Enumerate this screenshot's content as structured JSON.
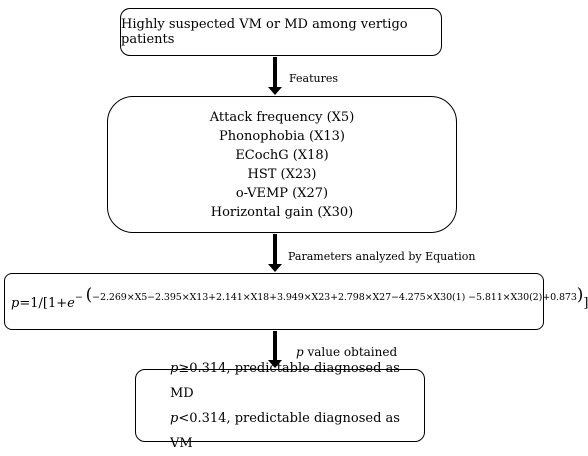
{
  "nodes": {
    "start": "Highly suspected VM or MD among vertigo patients",
    "features": [
      "Attack frequency (X5)",
      "Phonophobia (X13)",
      "ECochG (X18)",
      "HST (X23)",
      "o-VEMP (X27)",
      "Horizontal gain (X30)"
    ],
    "equation": {
      "lhs": "p",
      "base": "=1/[1+",
      "e": "e",
      "exp_sign": "−",
      "exponent": "−2.269×X5−2.395×X13+2.141×X18+3.949×X23+2.798×X27−4.275×X30(1) −5.811×X30(2)+0.873",
      "close": "]"
    },
    "results": {
      "md": {
        "p": "p",
        "text": "≥0.314, predictable diagnosed as MD"
      },
      "vm": {
        "p": "p",
        "text": "<0.314, predictable diagnosed as VM"
      }
    }
  },
  "edges": [
    {
      "label": "Features"
    },
    {
      "label": "Parameters analyzed by Equation"
    },
    {
      "label_p": "p",
      "label": " value obtained"
    }
  ]
}
